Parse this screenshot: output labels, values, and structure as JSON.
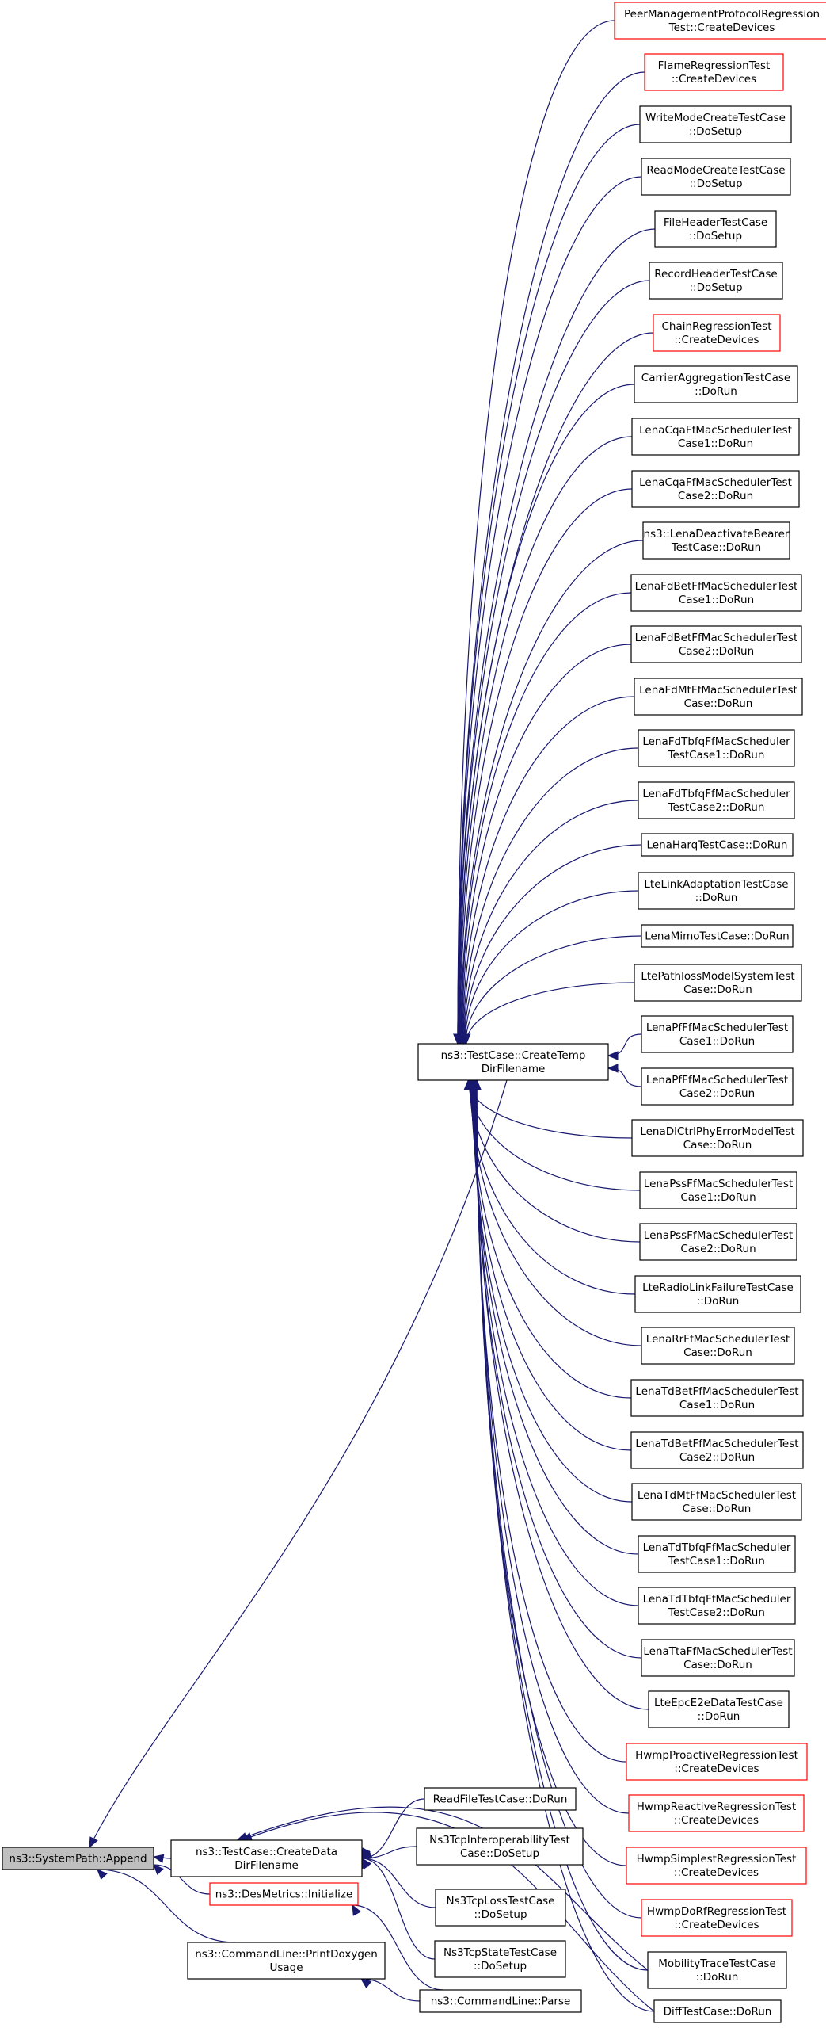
{
  "colors": {
    "edge": "#191970",
    "root_fill": "#bfbfbf",
    "red_border": "#ff0000",
    "border": "#000000"
  },
  "nodes": [
    {
      "id": "append",
      "lines": [
        "ns3::SystemPath::Append"
      ],
      "style": "root"
    },
    {
      "id": "createdata",
      "lines": [
        "ns3::TestCase::CreateData",
        "DirFilename"
      ],
      "style": "normal"
    },
    {
      "id": "desmetrics",
      "lines": [
        "ns3::DesMetrics::Initialize"
      ],
      "style": "red"
    },
    {
      "id": "printdoxygen",
      "lines": [
        "ns3::CommandLine::PrintDoxygen",
        "Usage"
      ],
      "style": "normal"
    },
    {
      "id": "parse",
      "lines": [
        "ns3::CommandLine::Parse"
      ],
      "style": "normal"
    },
    {
      "id": "createtemp",
      "lines": [
        "ns3::TestCase::CreateTemp",
        "DirFilename"
      ],
      "style": "normal"
    },
    {
      "id": "readfile",
      "lines": [
        "ReadFileTestCase::DoRun"
      ],
      "style": "normal"
    },
    {
      "id": "ns3tcpinterop",
      "lines": [
        "Ns3TcpInteroperabilityTest",
        "Case::DoSetup"
      ],
      "style": "normal"
    },
    {
      "id": "ns3tcploss",
      "lines": [
        "Ns3TcpLossTestCase",
        "::DoSetup"
      ],
      "style": "normal"
    },
    {
      "id": "ns3tcpstate",
      "lines": [
        "Ns3TcpStateTestCase",
        "::DoSetup"
      ],
      "style": "normal"
    },
    {
      "id": "peermgmt",
      "lines": [
        "PeerManagementProtocolRegression",
        "Test::CreateDevices"
      ],
      "style": "red"
    },
    {
      "id": "flame",
      "lines": [
        "FlameRegressionTest",
        "::CreateDevices"
      ],
      "style": "red"
    },
    {
      "id": "writemode",
      "lines": [
        "WriteModeCreateTestCase",
        "::DoSetup"
      ],
      "style": "normal"
    },
    {
      "id": "readmode",
      "lines": [
        "ReadModeCreateTestCase",
        "::DoSetup"
      ],
      "style": "normal"
    },
    {
      "id": "fileheader",
      "lines": [
        "FileHeaderTestCase",
        "::DoSetup"
      ],
      "style": "normal"
    },
    {
      "id": "recordheader",
      "lines": [
        "RecordHeaderTestCase",
        "::DoSetup"
      ],
      "style": "normal"
    },
    {
      "id": "chain",
      "lines": [
        "ChainRegressionTest",
        "::CreateDevices"
      ],
      "style": "red"
    },
    {
      "id": "carrieragg",
      "lines": [
        "CarrierAggregationTestCase",
        "::DoRun"
      ],
      "style": "normal"
    },
    {
      "id": "cqa1",
      "lines": [
        "LenaCqaFfMacSchedulerTest",
        "Case1::DoRun"
      ],
      "style": "normal"
    },
    {
      "id": "cqa2",
      "lines": [
        "LenaCqaFfMacSchedulerTest",
        "Case2::DoRun"
      ],
      "style": "normal"
    },
    {
      "id": "deactivate",
      "lines": [
        "ns3::LenaDeactivateBearer",
        "TestCase::DoRun"
      ],
      "style": "normal"
    },
    {
      "id": "fdbet1",
      "lines": [
        "LenaFdBetFfMacSchedulerTest",
        "Case1::DoRun"
      ],
      "style": "normal"
    },
    {
      "id": "fdbet2",
      "lines": [
        "LenaFdBetFfMacSchedulerTest",
        "Case2::DoRun"
      ],
      "style": "normal"
    },
    {
      "id": "fdmt",
      "lines": [
        "LenaFdMtFfMacSchedulerTest",
        "Case::DoRun"
      ],
      "style": "normal"
    },
    {
      "id": "fdtbfq1",
      "lines": [
        "LenaFdTbfqFfMacScheduler",
        "TestCase1::DoRun"
      ],
      "style": "normal"
    },
    {
      "id": "fdtbfq2",
      "lines": [
        "LenaFdTbfqFfMacScheduler",
        "TestCase2::DoRun"
      ],
      "style": "normal"
    },
    {
      "id": "harq",
      "lines": [
        "LenaHarqTestCase::DoRun"
      ],
      "style": "normal"
    },
    {
      "id": "linkadapt",
      "lines": [
        "LteLinkAdaptationTestCase",
        "::DoRun"
      ],
      "style": "normal"
    },
    {
      "id": "mimo",
      "lines": [
        "LenaMimoTestCase::DoRun"
      ],
      "style": "normal"
    },
    {
      "id": "pathloss",
      "lines": [
        "LtePathlossModelSystemTest",
        "Case::DoRun"
      ],
      "style": "normal"
    },
    {
      "id": "pf1",
      "lines": [
        "LenaPfFfMacSchedulerTest",
        "Case1::DoRun"
      ],
      "style": "normal"
    },
    {
      "id": "pf2",
      "lines": [
        "LenaPfFfMacSchedulerTest",
        "Case2::DoRun"
      ],
      "style": "normal"
    },
    {
      "id": "dlctrl",
      "lines": [
        "LenaDlCtrlPhyErrorModelTest",
        "Case::DoRun"
      ],
      "style": "normal"
    },
    {
      "id": "pss1",
      "lines": [
        "LenaPssFfMacSchedulerTest",
        "Case1::DoRun"
      ],
      "style": "normal"
    },
    {
      "id": "pss2",
      "lines": [
        "LenaPssFfMacSchedulerTest",
        "Case2::DoRun"
      ],
      "style": "normal"
    },
    {
      "id": "rlf",
      "lines": [
        "LteRadioLinkFailureTestCase",
        "::DoRun"
      ],
      "style": "normal"
    },
    {
      "id": "rr",
      "lines": [
        "LenaRrFfMacSchedulerTest",
        "Case::DoRun"
      ],
      "style": "normal"
    },
    {
      "id": "tdbet1",
      "lines": [
        "LenaTdBetFfMacSchedulerTest",
        "Case1::DoRun"
      ],
      "style": "normal"
    },
    {
      "id": "tdbet2",
      "lines": [
        "LenaTdBetFfMacSchedulerTest",
        "Case2::DoRun"
      ],
      "style": "normal"
    },
    {
      "id": "tdmt",
      "lines": [
        "LenaTdMtFfMacSchedulerTest",
        "Case::DoRun"
      ],
      "style": "normal"
    },
    {
      "id": "tdtbfq1",
      "lines": [
        "LenaTdTbfqFfMacScheduler",
        "TestCase1::DoRun"
      ],
      "style": "normal"
    },
    {
      "id": "tdtbfq2",
      "lines": [
        "LenaTdTbfqFfMacScheduler",
        "TestCase2::DoRun"
      ],
      "style": "normal"
    },
    {
      "id": "tta",
      "lines": [
        "LenaTtaFfMacSchedulerTest",
        "Case::DoRun"
      ],
      "style": "normal"
    },
    {
      "id": "epce2e",
      "lines": [
        "LteEpcE2eDataTestCase",
        "::DoRun"
      ],
      "style": "normal"
    },
    {
      "id": "hwmpproactive",
      "lines": [
        "HwmpProactiveRegressionTest",
        "::CreateDevices"
      ],
      "style": "red"
    },
    {
      "id": "hwmpreactive",
      "lines": [
        "HwmpReactiveRegressionTest",
        "::CreateDevices"
      ],
      "style": "red"
    },
    {
      "id": "hwmpsimplest",
      "lines": [
        "HwmpSimplestRegressionTest",
        "::CreateDevices"
      ],
      "style": "red"
    },
    {
      "id": "hwmpdorf",
      "lines": [
        "HwmpDoRfRegressionTest",
        "::CreateDevices"
      ],
      "style": "red"
    },
    {
      "id": "mobility",
      "lines": [
        "MobilityTraceTestCase",
        "::DoRun"
      ],
      "style": "normal"
    },
    {
      "id": "difftest",
      "lines": [
        "DiffTestCase::DoRun"
      ],
      "style": "normal"
    }
  ],
  "edges": [
    [
      "createdata",
      "append"
    ],
    [
      "desmetrics",
      "append"
    ],
    [
      "printdoxygen",
      "append"
    ],
    [
      "createtemp",
      "append"
    ],
    [
      "parse",
      "desmetrics"
    ],
    [
      "parse",
      "printdoxygen"
    ],
    [
      "readfile",
      "createdata"
    ],
    [
      "ns3tcpinterop",
      "createdata"
    ],
    [
      "ns3tcploss",
      "createdata"
    ],
    [
      "ns3tcpstate",
      "createdata"
    ],
    [
      "mobility",
      "createdata"
    ],
    [
      "difftest",
      "createdata"
    ],
    [
      "peermgmt",
      "createtemp"
    ],
    [
      "flame",
      "createtemp"
    ],
    [
      "writemode",
      "createtemp"
    ],
    [
      "readmode",
      "createtemp"
    ],
    [
      "fileheader",
      "createtemp"
    ],
    [
      "recordheader",
      "createtemp"
    ],
    [
      "chain",
      "createtemp"
    ],
    [
      "carrieragg",
      "createtemp"
    ],
    [
      "cqa1",
      "createtemp"
    ],
    [
      "cqa2",
      "createtemp"
    ],
    [
      "deactivate",
      "createtemp"
    ],
    [
      "fdbet1",
      "createtemp"
    ],
    [
      "fdbet2",
      "createtemp"
    ],
    [
      "fdmt",
      "createtemp"
    ],
    [
      "fdtbfq1",
      "createtemp"
    ],
    [
      "fdtbfq2",
      "createtemp"
    ],
    [
      "harq",
      "createtemp"
    ],
    [
      "linkadapt",
      "createtemp"
    ],
    [
      "mimo",
      "createtemp"
    ],
    [
      "pathloss",
      "createtemp"
    ],
    [
      "pf1",
      "createtemp"
    ],
    [
      "pf2",
      "createtemp"
    ],
    [
      "dlctrl",
      "createtemp"
    ],
    [
      "pss1",
      "createtemp"
    ],
    [
      "pss2",
      "createtemp"
    ],
    [
      "rlf",
      "createtemp"
    ],
    [
      "rr",
      "createtemp"
    ],
    [
      "tdbet1",
      "createtemp"
    ],
    [
      "tdbet2",
      "createtemp"
    ],
    [
      "tdmt",
      "createtemp"
    ],
    [
      "tdtbfq1",
      "createtemp"
    ],
    [
      "tdtbfq2",
      "createtemp"
    ],
    [
      "tta",
      "createtemp"
    ],
    [
      "epce2e",
      "createtemp"
    ],
    [
      "hwmpproactive",
      "createtemp"
    ],
    [
      "hwmpreactive",
      "createtemp"
    ],
    [
      "hwmpsimplest",
      "createtemp"
    ],
    [
      "hwmpdorf",
      "createtemp"
    ],
    [
      "mobility",
      "createtemp"
    ],
    [
      "difftest",
      "createtemp"
    ]
  ]
}
